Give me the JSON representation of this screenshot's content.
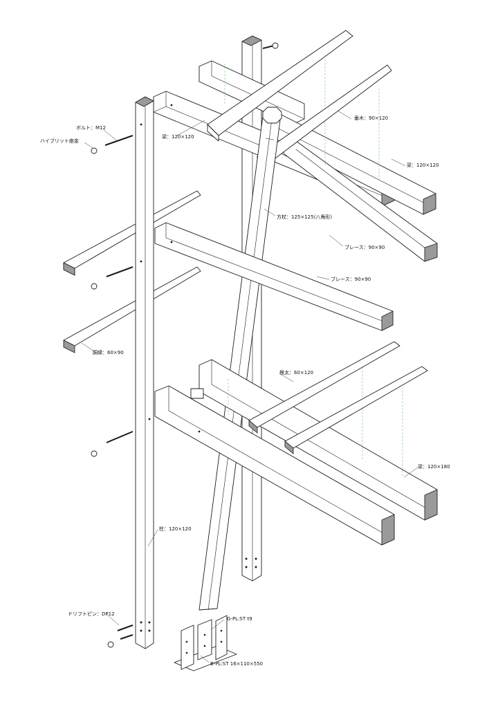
{
  "colors": {
    "line": "#1a1a1a",
    "end_face": "#9a9a9a",
    "hidden": "#7fcf7f",
    "background": "#ffffff"
  },
  "labels": {
    "bolt": "ボルト：M12",
    "washer": "ハイブリット座金",
    "beam_top_left": "梁：120×120",
    "rafter": "垂木：90×120",
    "beam_top_right": "梁：120×120",
    "square_post": "方杖：125×125(八角形)",
    "brace_top": "ブレース：90×90",
    "brace_mid": "ブレース：90×90",
    "girt": "胴縁：60×90",
    "joist": "根太：60×120",
    "beam_bottom": "梁：120×180",
    "column": "柱：120×120",
    "drift_pin": "ドリフトピン：DP12",
    "gusset_plate": "G-PL:ST t9",
    "base_plate": "B-PL:ST 16×110×550"
  }
}
